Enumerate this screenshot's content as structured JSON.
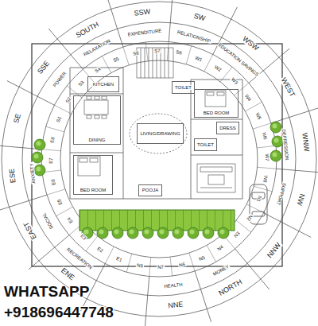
{
  "diagram": {
    "nodes": [
      {
        "text": [
          "KITCHEN"
        ]
      },
      {
        "text": [
          "DINING"
        ]
      },
      {
        "text": [
          "BED ROOM"
        ]
      },
      {
        "text": [
          "LIVING/DRAWING"
        ]
      },
      {
        "text": [
          "POOJA"
        ]
      },
      {
        "text": [
          "TOILET"
        ]
      },
      {
        "text": [
          "BED ROOM"
        ]
      },
      {
        "text": [
          "DRESS"
        ]
      },
      {
        "text": [
          "TOILET"
        ]
      }
    ],
    "labels": [
      "SOUTH",
      "SSW",
      "SW",
      "WSW",
      "WEST",
      "WNW",
      "NW",
      "NNW",
      "NORTH",
      "NNE",
      "ENE",
      "EAST",
      "ESE",
      "SE",
      "SSE",
      "RELAXATION",
      "EXPENDITURE",
      "RELATIONSHIP",
      "EDUCATION SAVINGS",
      "DEPRESSION",
      "SUPPORT",
      "MONEY",
      "HEALTH",
      "RECREATION",
      "SOCIAL",
      "ANXIETY",
      "POWER",
      "S1",
      "S2",
      "S3",
      "S4",
      "S5",
      "S6",
      "S7",
      "S8",
      "W1",
      "W2",
      "W3",
      "W4",
      "W5",
      "W6",
      "W7",
      "W8",
      "N1",
      "N2",
      "N3",
      "N4",
      "N5",
      "N6",
      "N7",
      "N8",
      "E1",
      "E2",
      "E3",
      "E4",
      "E5",
      "E6",
      "E7",
      "E8",
      "WHATSAPP",
      "+918696447748"
    ]
  }
}
